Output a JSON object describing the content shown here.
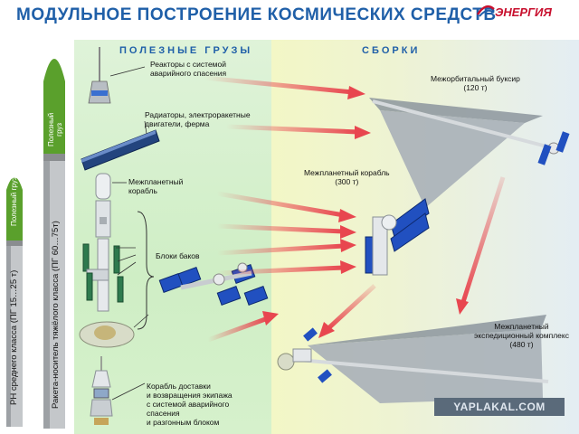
{
  "header": {
    "title": "МОДУЛЬНОЕ ПОСТРОЕНИЕ КОСМИЧЕСКИХ СРЕДСТВ",
    "logo": "ЭНЕРГИЯ"
  },
  "sections": {
    "payloads": "ПОЛЕЗНЫЕ ГРУЗЫ",
    "assemblies": "СБОРКИ"
  },
  "rockets": {
    "medium": {
      "label": "РН среднего класса (ПГ  15…25 т)",
      "payload": "Полезный груз"
    },
    "heavy": {
      "label": "Ракета-носитель  тяжёлого  класса  (ПГ  60…75т)",
      "payload_line1": "Полезный",
      "payload_line2": "груз"
    }
  },
  "payload_labels": {
    "reactors": [
      "Реакторы с системой",
      "аварийного спасения"
    ],
    "radiators": [
      "Радиаторы, электроракетные",
      "двигатели, ферма"
    ],
    "ship": [
      "Межпланетный",
      "корабль"
    ],
    "tanks": [
      "Блоки баков"
    ],
    "crew": [
      "Корабль доставки",
      "и возвращения экипажа",
      "с системой аварийного",
      "спасения",
      "и разгонным блоком"
    ]
  },
  "assembly_labels": {
    "tug": [
      "Межорбитальный буксир",
      "(120 т)"
    ],
    "ship": [
      "Межпланетный корабль",
      "(300 т)"
    ],
    "complex": [
      "Межпланетный",
      "экспедиционный комплекс",
      "(480 т)"
    ]
  },
  "watermark": "YAPLAKAL.COM",
  "colors": {
    "title": "#1f5fa8",
    "logo": "#c8102e",
    "arrow": "#e8464f",
    "panel": "#1d4fb8",
    "rocket_body": "#b9bcc0",
    "rocket_nose": "#5aa02c"
  }
}
